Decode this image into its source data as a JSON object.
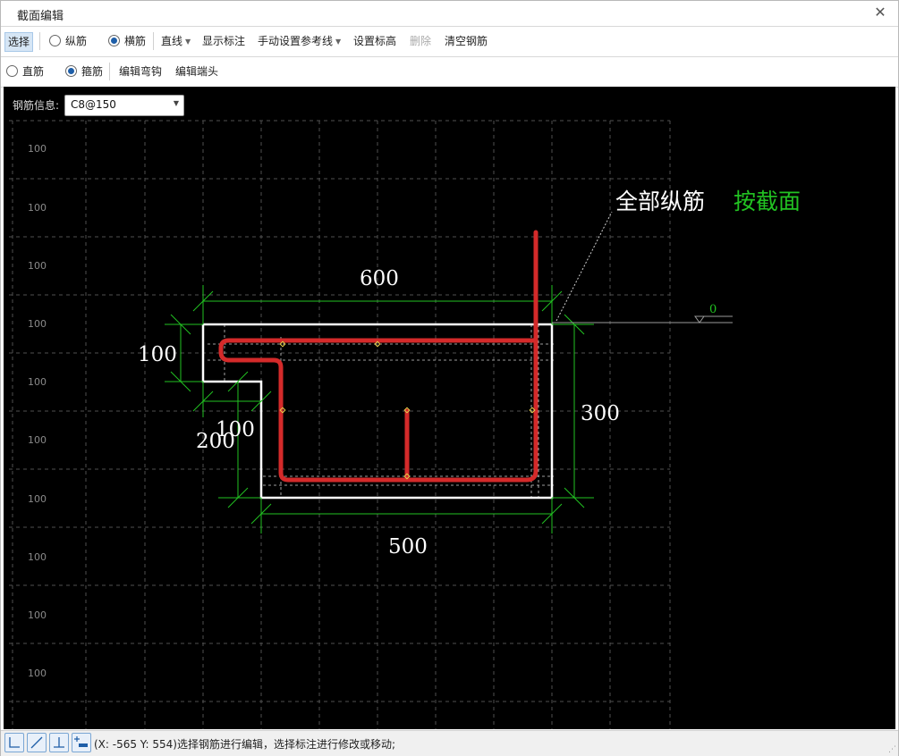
{
  "window": {
    "title": "截面编辑",
    "close_icon": "close-icon"
  },
  "toolbar1": {
    "select": "选择",
    "longitudinal": "纵筋",
    "transverse": "横筋",
    "line": "直线",
    "show_dim": "显示标注",
    "manual_ref": "手动设置参考线",
    "set_elev": "设置标高",
    "delete": "删除",
    "clear": "清空钢筋"
  },
  "toolbar2": {
    "straight": "直筋",
    "stirrup": "箍筋",
    "edit_hook": "编辑弯钩",
    "edit_end": "编辑端头"
  },
  "canvas": {
    "rebar_info_label": "钢筋信息:",
    "rebar_info_value": "C8@150",
    "grid_labels": [
      "100",
      "100",
      "100",
      "100",
      "100",
      "100",
      "100",
      "100",
      "100",
      "100"
    ],
    "dims": {
      "top": "600",
      "left": "100",
      "right": "300",
      "bottom": "500",
      "step_h": "100",
      "step_v": "200"
    },
    "annotation_white": "全部纵筋",
    "annotation_green": "按截面",
    "elevation": "0"
  },
  "status": {
    "text": "(X: -565 Y: 554)选择钢筋进行编辑，选择标注进行修改或移动;"
  },
  "colors": {
    "rebar": "#d42a2a",
    "dim": "#22c222",
    "section": "#ffffff",
    "grid": "#505050",
    "annotation_green": "#22c222"
  }
}
